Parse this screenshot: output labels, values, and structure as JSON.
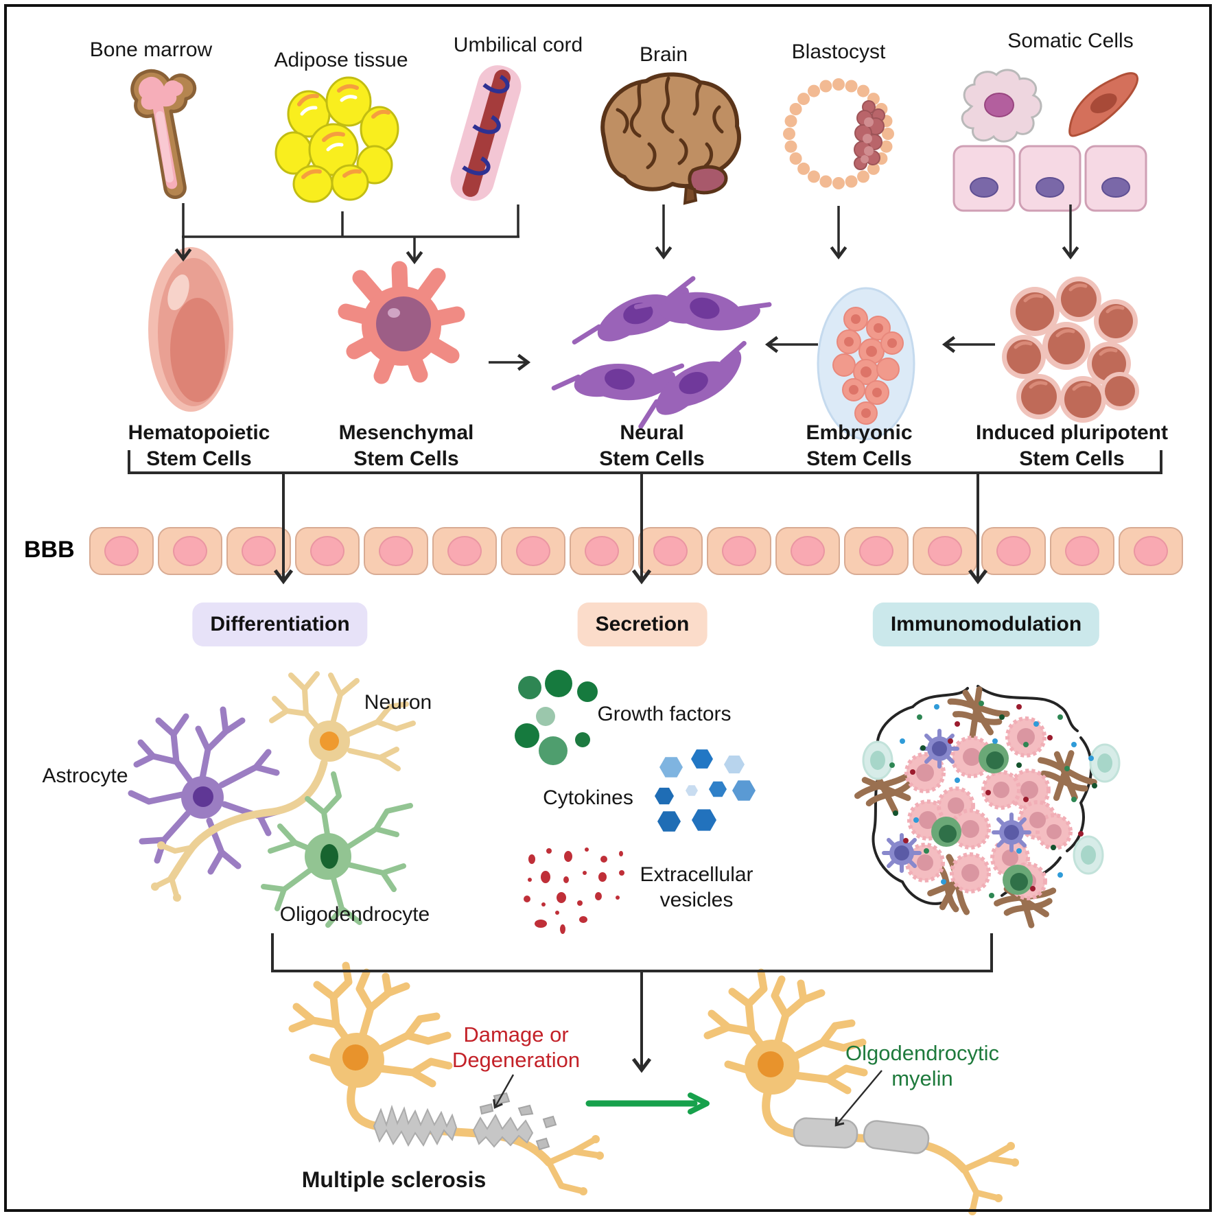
{
  "figure": {
    "sources": [
      {
        "label": "Bone marrow"
      },
      {
        "label": "Adipose tissue"
      },
      {
        "label": "Umbilical cord"
      },
      {
        "label": "Brain"
      },
      {
        "label": "Blastocyst"
      },
      {
        "label": "Somatic Cells"
      }
    ],
    "stem_cells": [
      {
        "line1": "Hematopoietic",
        "line2": "Stem Cells"
      },
      {
        "line1": "Mesenchymal",
        "line2": "Stem Cells"
      },
      {
        "line1": "Neural",
        "line2": "Stem Cells"
      },
      {
        "line1": "Embryonic",
        "line2": "Stem Cells"
      },
      {
        "line1": "Induced pluripotent",
        "line2": "Stem Cells"
      }
    ],
    "bbb": {
      "label": "BBB",
      "cell_count": 16
    },
    "mechanisms": [
      {
        "label": "Differentiation",
        "color": "#e7e2f8"
      },
      {
        "label": "Secretion",
        "color": "#fbdcca"
      },
      {
        "label": "Immunomodulation",
        "color": "#cbe8eb"
      }
    ],
    "differentiation": {
      "astrocyte_label": "Astrocyte",
      "neuron_label": "Neuron",
      "oligodendrocyte_label": "Oligodendrocyte"
    },
    "secretion": {
      "growth_factors_label": "Growth factors",
      "cytokines_label": "Cytokines",
      "vesicles_line1": "Extracellular",
      "vesicles_line2": "vesicles"
    },
    "outcome": {
      "damage_line1": "Damage or",
      "damage_line2": "Degeneration",
      "damage_color": "#c32128",
      "disease_label": "Multiple sclerosis",
      "myelin_line1": "Olgodendrocytic",
      "myelin_line2": "myelin",
      "myelin_color": "#1e7a3c",
      "recovery_arrow_color": "#17a14c"
    }
  }
}
